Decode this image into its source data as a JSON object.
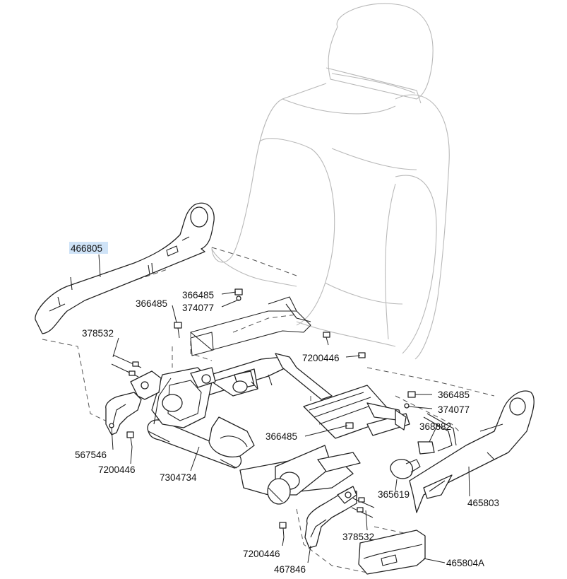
{
  "diagram": {
    "labels": {
      "p466805": "466805",
      "p366485_a": "366485",
      "p374077_a": "374077",
      "p366485_b": "366485",
      "p378532_a": "378532",
      "p7200446_a": "7200446",
      "p366485_c": "366485",
      "p374077_b": "374077",
      "p368882": "368882",
      "p366485_d": "366485",
      "p567546": "567546",
      "p7200446_b": "7200446",
      "p7304734": "7304734",
      "p365619": "365619",
      "p465803": "465803",
      "p378532_b": "378532",
      "p7200446_c": "7200446",
      "p467846": "467846",
      "p465804A": "465804A"
    },
    "highlight_color": "#cfe3f7"
  }
}
